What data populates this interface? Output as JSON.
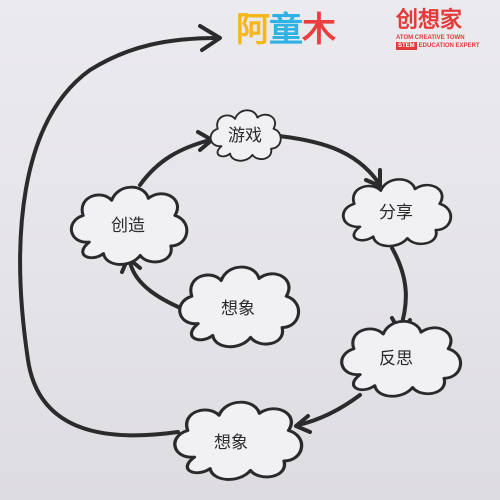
{
  "logo": {
    "chars": [
      "阿",
      "童",
      "木"
    ],
    "brand": "创想家",
    "subtitle_line1": "ATOM CREATIVE TOWN",
    "subtitle_tag": "STEM",
    "subtitle_line2": "EDUCATION EXPERT",
    "colors": [
      "#f6b71a",
      "#2fb3e4",
      "#e9403f"
    ]
  },
  "diagram": {
    "nodes": {
      "play": "游戏",
      "share": "分享",
      "reflect": "反思",
      "imagine_bottom": "想象",
      "create": "创造",
      "imagine_center": "想象"
    },
    "cycle": [
      "想象",
      "创造",
      "游戏",
      "分享",
      "反思",
      "想象"
    ]
  }
}
